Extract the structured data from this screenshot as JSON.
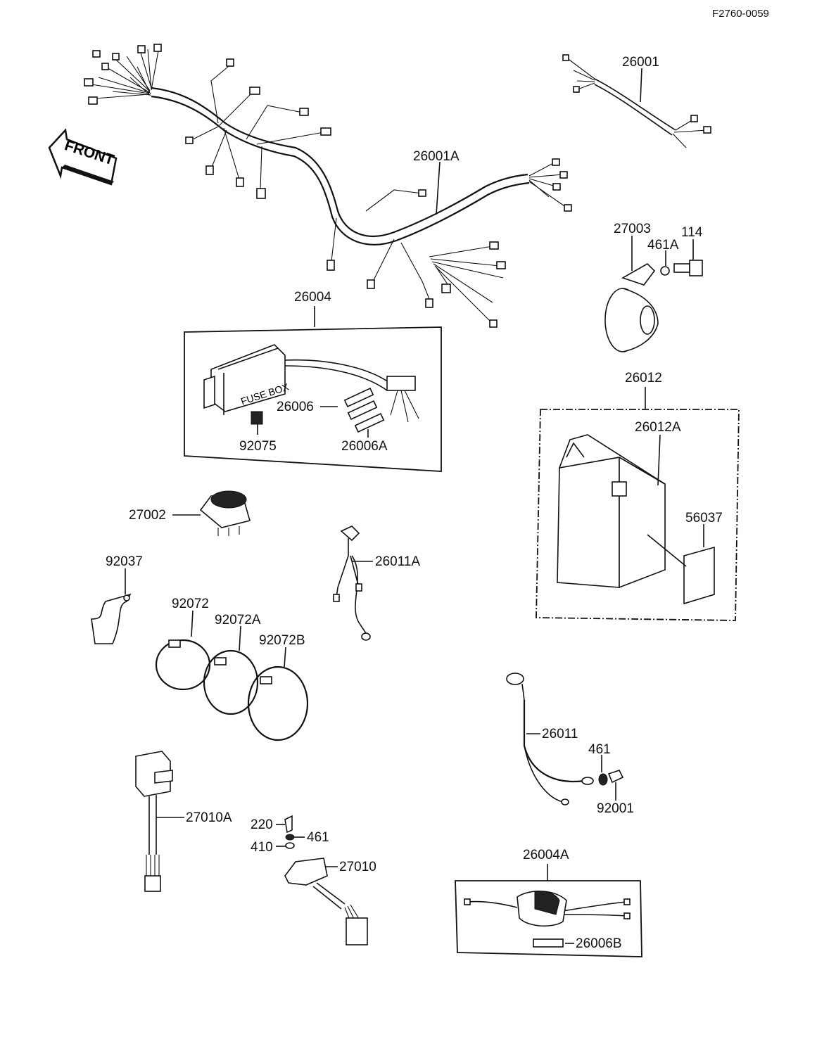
{
  "figure_id": "F2760-0059",
  "front_arrow": {
    "label": "FRONT"
  },
  "labels": {
    "p26001": "26001",
    "p26001A": "26001A",
    "p26004": "26004",
    "p26006": "26006",
    "p26006A": "26006A",
    "p92075": "92075",
    "p27003": "27003",
    "p461A": "461A",
    "p114": "114",
    "p26012": "26012",
    "p26012A": "26012A",
    "p56037": "56037",
    "p27002": "27002",
    "p92037": "92037",
    "p26011A": "26011A",
    "p92072": "92072",
    "p92072A": "92072A",
    "p92072B": "92072B",
    "p26011": "26011",
    "p461": "461",
    "p92001": "92001",
    "p27010A": "27010A",
    "p220": "220",
    "p461b": "461",
    "p410": "410",
    "p27010": "27010",
    "p26004A": "26004A",
    "p26006B": "26006B"
  },
  "fuse_box_text": "FUSE BOX"
}
